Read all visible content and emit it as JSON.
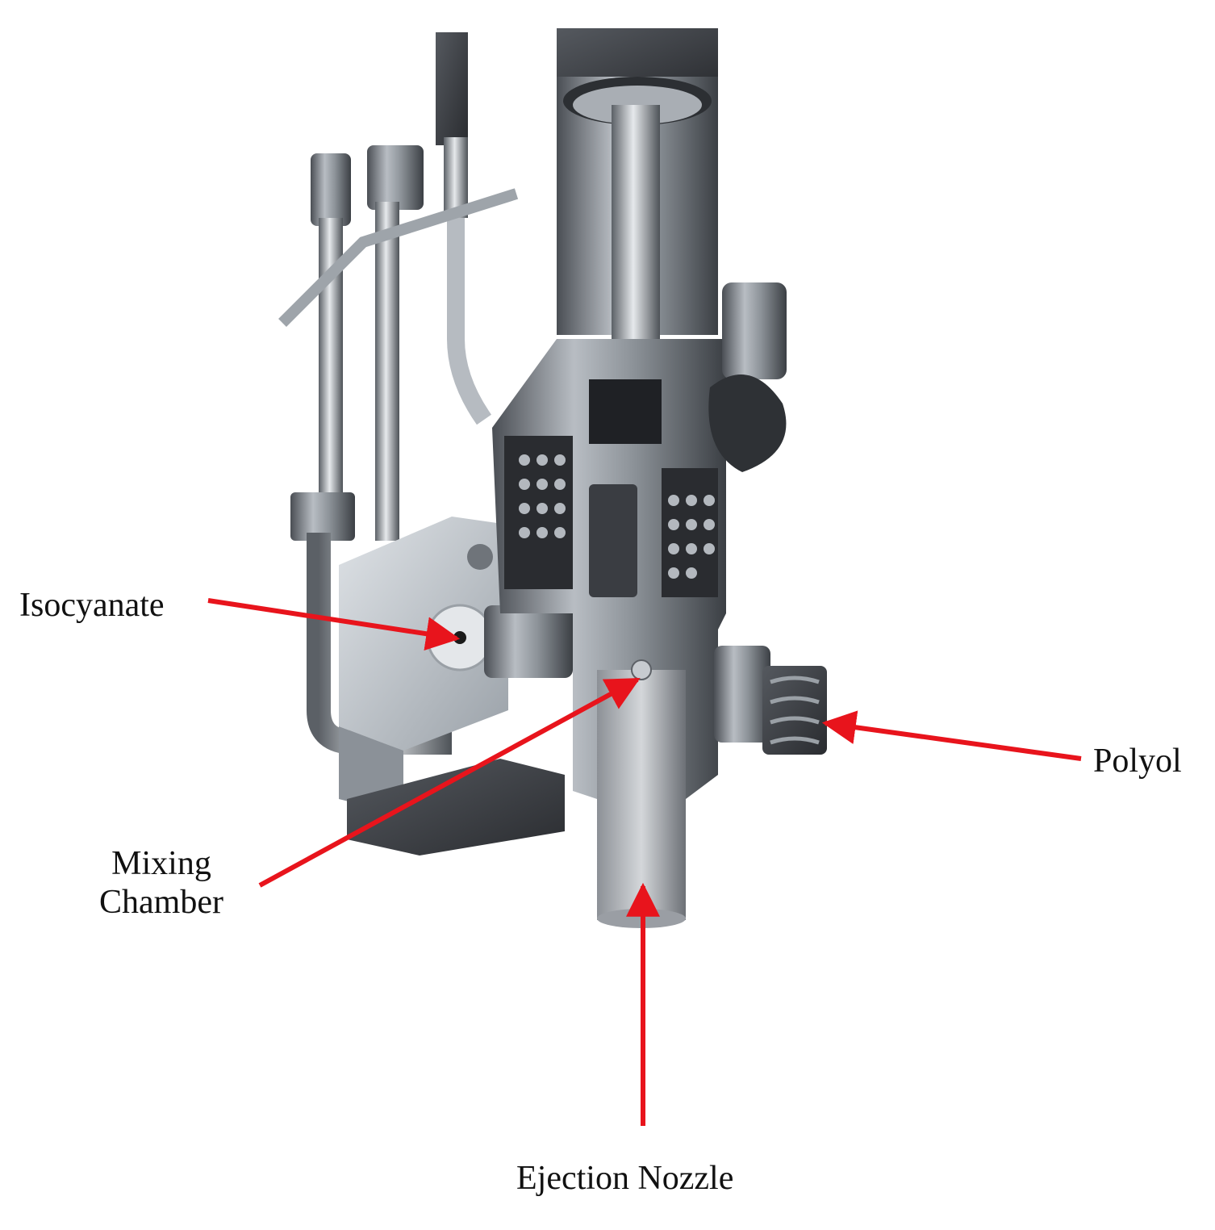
{
  "labels": {
    "isocyanate": "Isocyanate",
    "mixing_line1": "Mixing",
    "mixing_line2": "Chamber",
    "polyol": "Polyol",
    "ejection": "Ejection Nozzle"
  },
  "colors": {
    "arrow": "#e8141c",
    "metal_light": "#c9ced3",
    "metal_dark": "#3a3d42",
    "metal_mid": "#7d838a",
    "background": "#ffffff"
  }
}
